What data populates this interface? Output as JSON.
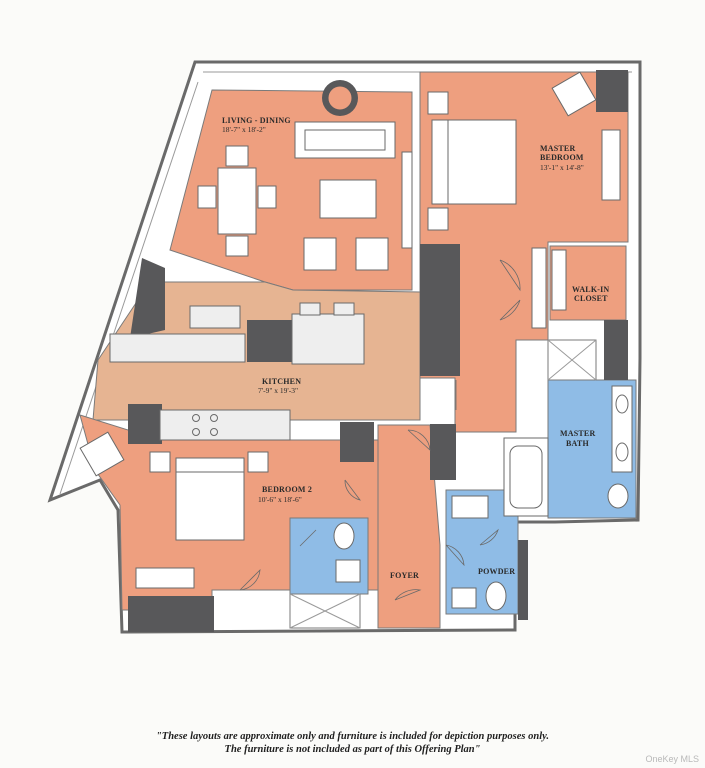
{
  "rooms": {
    "living_dining": {
      "name": "LIVING - DINING",
      "dims": "18'-7\" x 18'-2\""
    },
    "master_bedroom": {
      "name_line1": "MASTER",
      "name_line2": "BEDROOM",
      "dims": "13'-1\" x 14'-8\""
    },
    "walk_in_closet": {
      "name_line1": "WALK-IN",
      "name_line2": "CLOSET"
    },
    "kitchen": {
      "name": "KITCHEN",
      "dims": "7'-9\" x 19'-3\""
    },
    "master_bath": {
      "name_line1": "MASTER",
      "name_line2": "BATH"
    },
    "bedroom_2": {
      "name": "BEDROOM 2",
      "dims": "10'-6\" x 18'-6\""
    },
    "foyer": {
      "name": "FOYER"
    },
    "powder": {
      "name": "POWDER"
    }
  },
  "disclaimer": {
    "line1": "\"These layouts are approximate only and furniture is included for depiction purposes only.",
    "line2": "The furniture is not included as part of this Offering Plan\""
  },
  "watermark": "OneKey MLS",
  "colors": {
    "room_fill": "#ee9f7f",
    "bath_fill": "#8fbce6",
    "core_fill": "#58585a",
    "hall_fill": "#e6b492",
    "wall": "#6a6a6a",
    "counter": "#eeeeee"
  }
}
